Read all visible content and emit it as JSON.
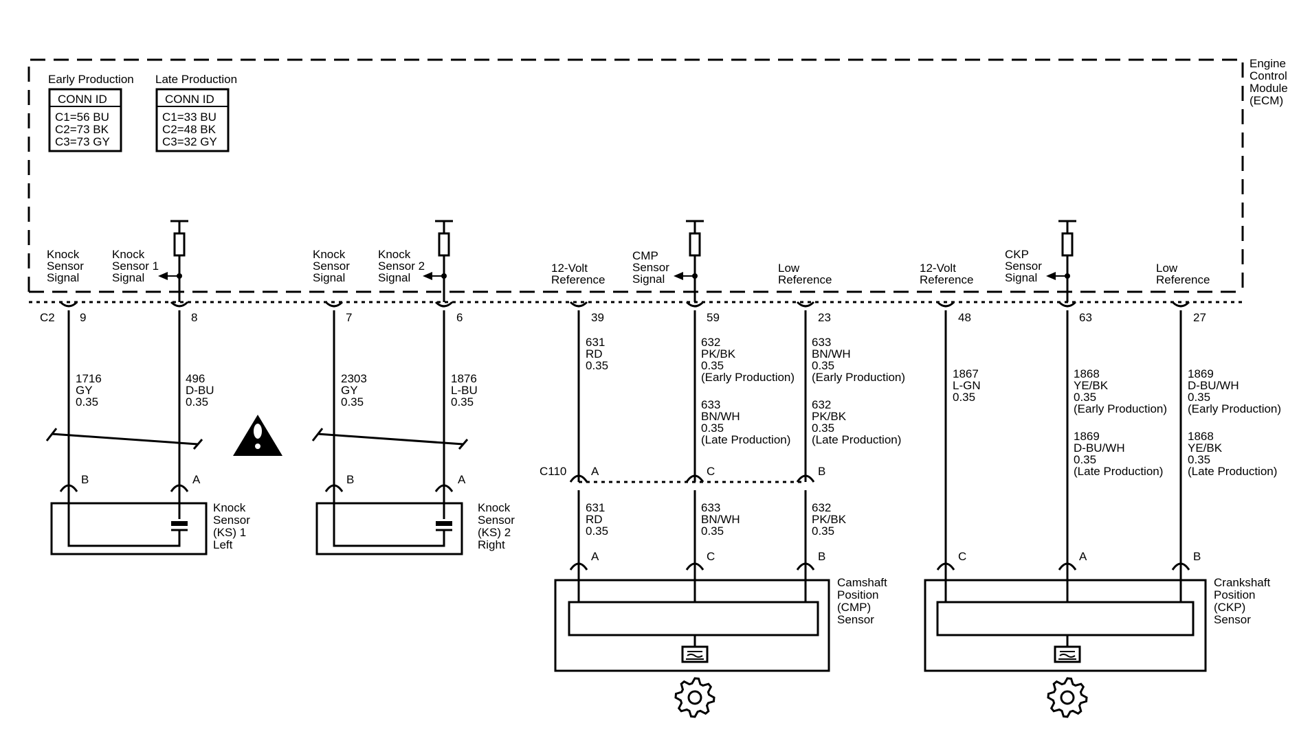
{
  "module": {
    "lines": [
      "Engine",
      "Control",
      "Module",
      "(ECM)"
    ]
  },
  "conn_tables": [
    {
      "heading": "Early Production",
      "title": "CONN ID",
      "rows": [
        "C1=56 BU",
        "C2=73 BK",
        "C3=73 GY"
      ]
    },
    {
      "heading": "Late Production",
      "title": "CONN ID",
      "rows": [
        "C1=33 BU",
        "C2=48 BK",
        "C3=32 GY"
      ]
    }
  ],
  "connectors": {
    "ecm": "C2",
    "inline": "C110"
  },
  "circuits": [
    {
      "id": "ks1-signal",
      "label": [
        "Knock",
        "Sensor",
        "Signal"
      ],
      "pin": "9",
      "wire": [
        "1716",
        "GY",
        "0.35"
      ],
      "end": "B"
    },
    {
      "id": "ks1-sensor-signal",
      "label": [
        "Knock",
        "Sensor 1",
        "Signal"
      ],
      "pin": "8",
      "wire": [
        "496",
        "D-BU",
        "0.35"
      ],
      "end": "A"
    },
    {
      "id": "ks2-signal",
      "label": [
        "Knock",
        "Sensor",
        "Signal"
      ],
      "pin": "7",
      "wire": [
        "2303",
        "GY",
        "0.35"
      ],
      "end": "B"
    },
    {
      "id": "ks2-sensor-signal",
      "label": [
        "Knock",
        "Sensor 2",
        "Signal"
      ],
      "pin": "6",
      "wire": [
        "1876",
        "L-BU",
        "0.35"
      ],
      "end": "A"
    },
    {
      "id": "cmp-12v",
      "label": [
        "12-Volt",
        "Reference"
      ],
      "pin": "39",
      "wire": [
        "631",
        "RD",
        "0.35"
      ],
      "inline_pin": "A",
      "wire2": [
        "631",
        "RD",
        "0.35"
      ],
      "end": "A"
    },
    {
      "id": "cmp-signal",
      "label": [
        "CMP",
        "Sensor",
        "Signal"
      ],
      "pin": "59",
      "wire": [
        "632",
        "PK/BK",
        "0.35",
        "(Early Production)",
        "633",
        "BN/WH",
        "0.35",
        "(Late Production)"
      ],
      "inline_pin": "C",
      "wire2": [
        "633",
        "BN/WH",
        "0.35"
      ],
      "end": "C"
    },
    {
      "id": "cmp-low-ref",
      "label": [
        "Low",
        "Reference"
      ],
      "pin": "23",
      "wire": [
        "633",
        "BN/WH",
        "0.35",
        "(Early Production)",
        "632",
        "PK/BK",
        "0.35",
        "(Late Production)"
      ],
      "inline_pin": "B",
      "wire2": [
        "632",
        "PK/BK",
        "0.35"
      ],
      "end": "B"
    },
    {
      "id": "ckp-12v",
      "label": [
        "12-Volt",
        "Reference"
      ],
      "pin": "48",
      "wire": [
        "1867",
        "L-GN",
        "0.35"
      ],
      "end": "C"
    },
    {
      "id": "ckp-signal",
      "label": [
        "CKP",
        "Sensor",
        "Signal"
      ],
      "pin": "63",
      "wire": [
        "1868",
        "YE/BK",
        "0.35",
        "(Early Production)",
        "1869",
        "D-BU/WH",
        "0.35",
        "(Late Production)"
      ],
      "end": "A"
    },
    {
      "id": "ckp-low-ref",
      "label": [
        "Low",
        "Reference"
      ],
      "pin": "27",
      "wire": [
        "1869",
        "D-BU/WH",
        "0.35",
        "(Early Production)",
        "1868",
        "YE/BK",
        "0.35",
        "(Late Production)"
      ],
      "end": "B"
    }
  ],
  "components": {
    "ks1": [
      "Knock",
      "Sensor",
      "(KS) 1",
      "Left"
    ],
    "ks2": [
      "Knock",
      "Sensor",
      "(KS) 2",
      "Right"
    ],
    "cmp": [
      "Camshaft",
      "Position",
      "(CMP)",
      "Sensor"
    ],
    "ckp": [
      "Crankshaft",
      "Position",
      "(CKP)",
      "Sensor"
    ]
  },
  "icons": {
    "warning": "warning-triangle-icon",
    "gear": "gear-icon",
    "magnet": "magnet-icon",
    "resistor": "pull-up-resistor-icon"
  }
}
